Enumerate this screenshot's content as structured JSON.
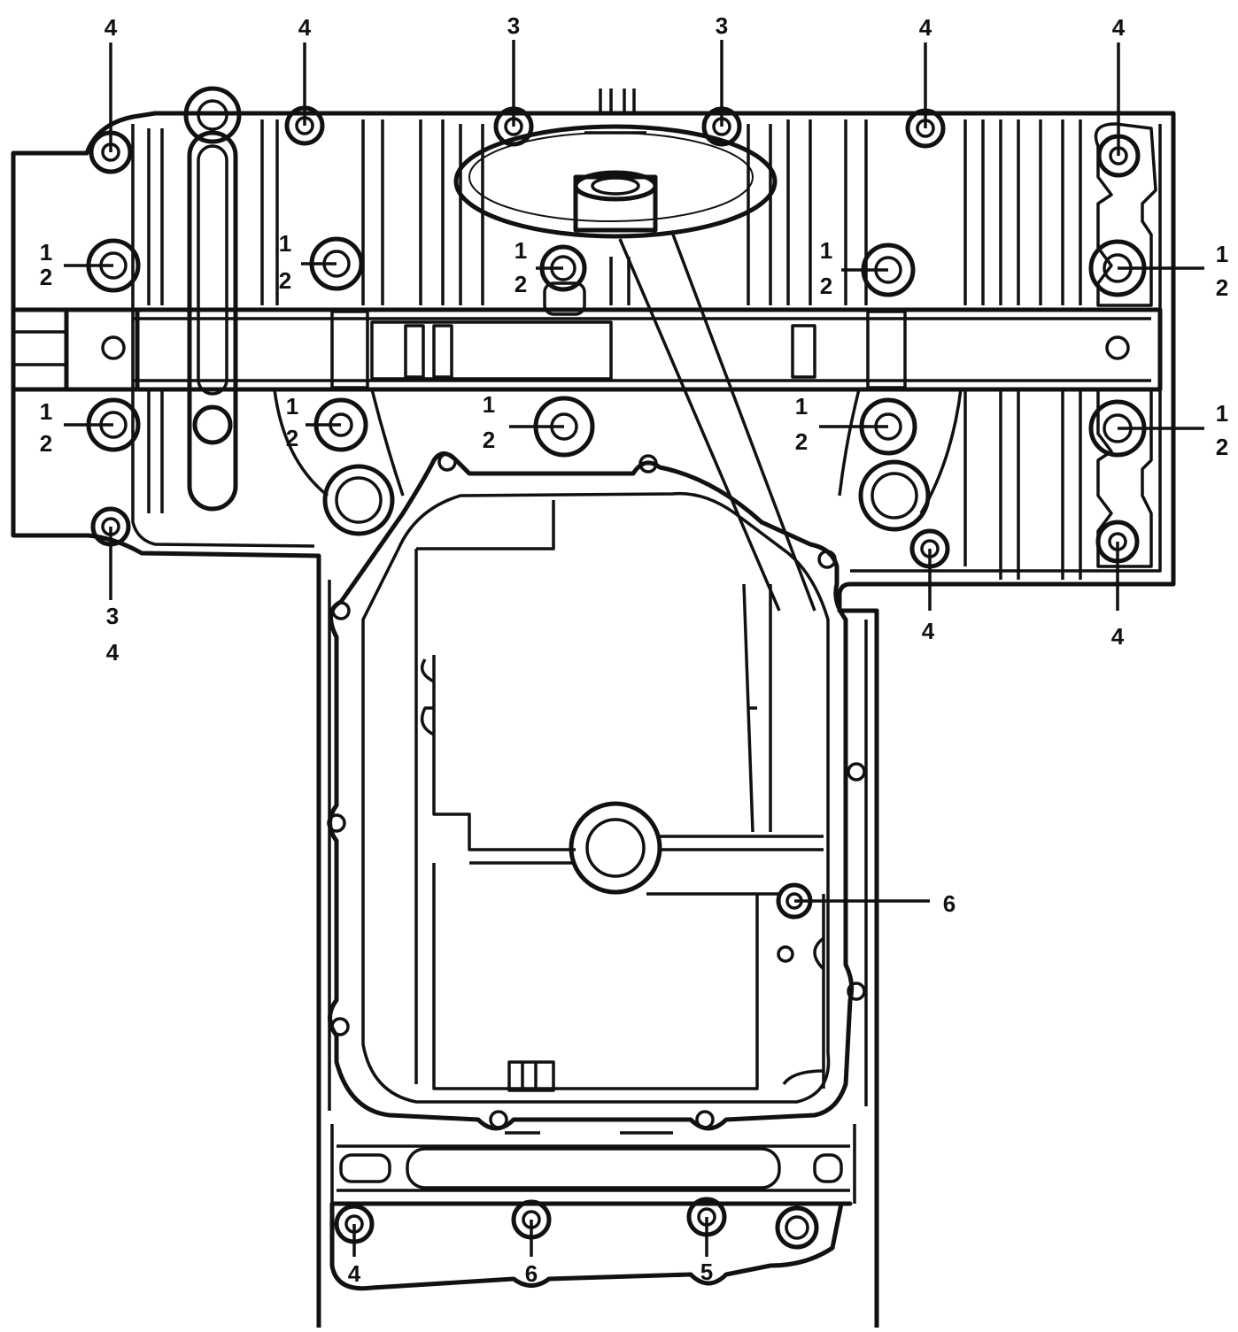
{
  "diagram": {
    "ink_color": "#111111",
    "paper_color": "#ffffff",
    "callouts": [
      {
        "id": "c01",
        "text": "4"
      },
      {
        "id": "c02",
        "text": "4"
      },
      {
        "id": "c03",
        "text": "3"
      },
      {
        "id": "c04",
        "text": "3"
      },
      {
        "id": "c05",
        "text": "4"
      },
      {
        "id": "c06",
        "text": "4"
      },
      {
        "id": "c07",
        "text": "1"
      },
      {
        "id": "c08",
        "text": "2"
      },
      {
        "id": "c09",
        "text": "1"
      },
      {
        "id": "c10",
        "text": "2"
      },
      {
        "id": "c11",
        "text": "1"
      },
      {
        "id": "c12",
        "text": "2"
      },
      {
        "id": "c13",
        "text": "1"
      },
      {
        "id": "c14",
        "text": "2"
      },
      {
        "id": "c15",
        "text": "1"
      },
      {
        "id": "c16",
        "text": "2"
      },
      {
        "id": "c17",
        "text": "1"
      },
      {
        "id": "c18",
        "text": "2"
      },
      {
        "id": "c19",
        "text": "1"
      },
      {
        "id": "c20",
        "text": "2"
      },
      {
        "id": "c21",
        "text": "1"
      },
      {
        "id": "c22",
        "text": "2"
      },
      {
        "id": "c23",
        "text": "1"
      },
      {
        "id": "c24",
        "text": "2"
      },
      {
        "id": "c25",
        "text": "1"
      },
      {
        "id": "c26",
        "text": "2"
      },
      {
        "id": "c27",
        "text": "3"
      },
      {
        "id": "c28",
        "text": "4"
      },
      {
        "id": "c29",
        "text": "4"
      },
      {
        "id": "c30",
        "text": "4"
      },
      {
        "id": "c31",
        "text": "6"
      },
      {
        "id": "c32",
        "text": "4"
      },
      {
        "id": "c33",
        "text": "6"
      },
      {
        "id": "c34",
        "text": "5"
      }
    ]
  }
}
